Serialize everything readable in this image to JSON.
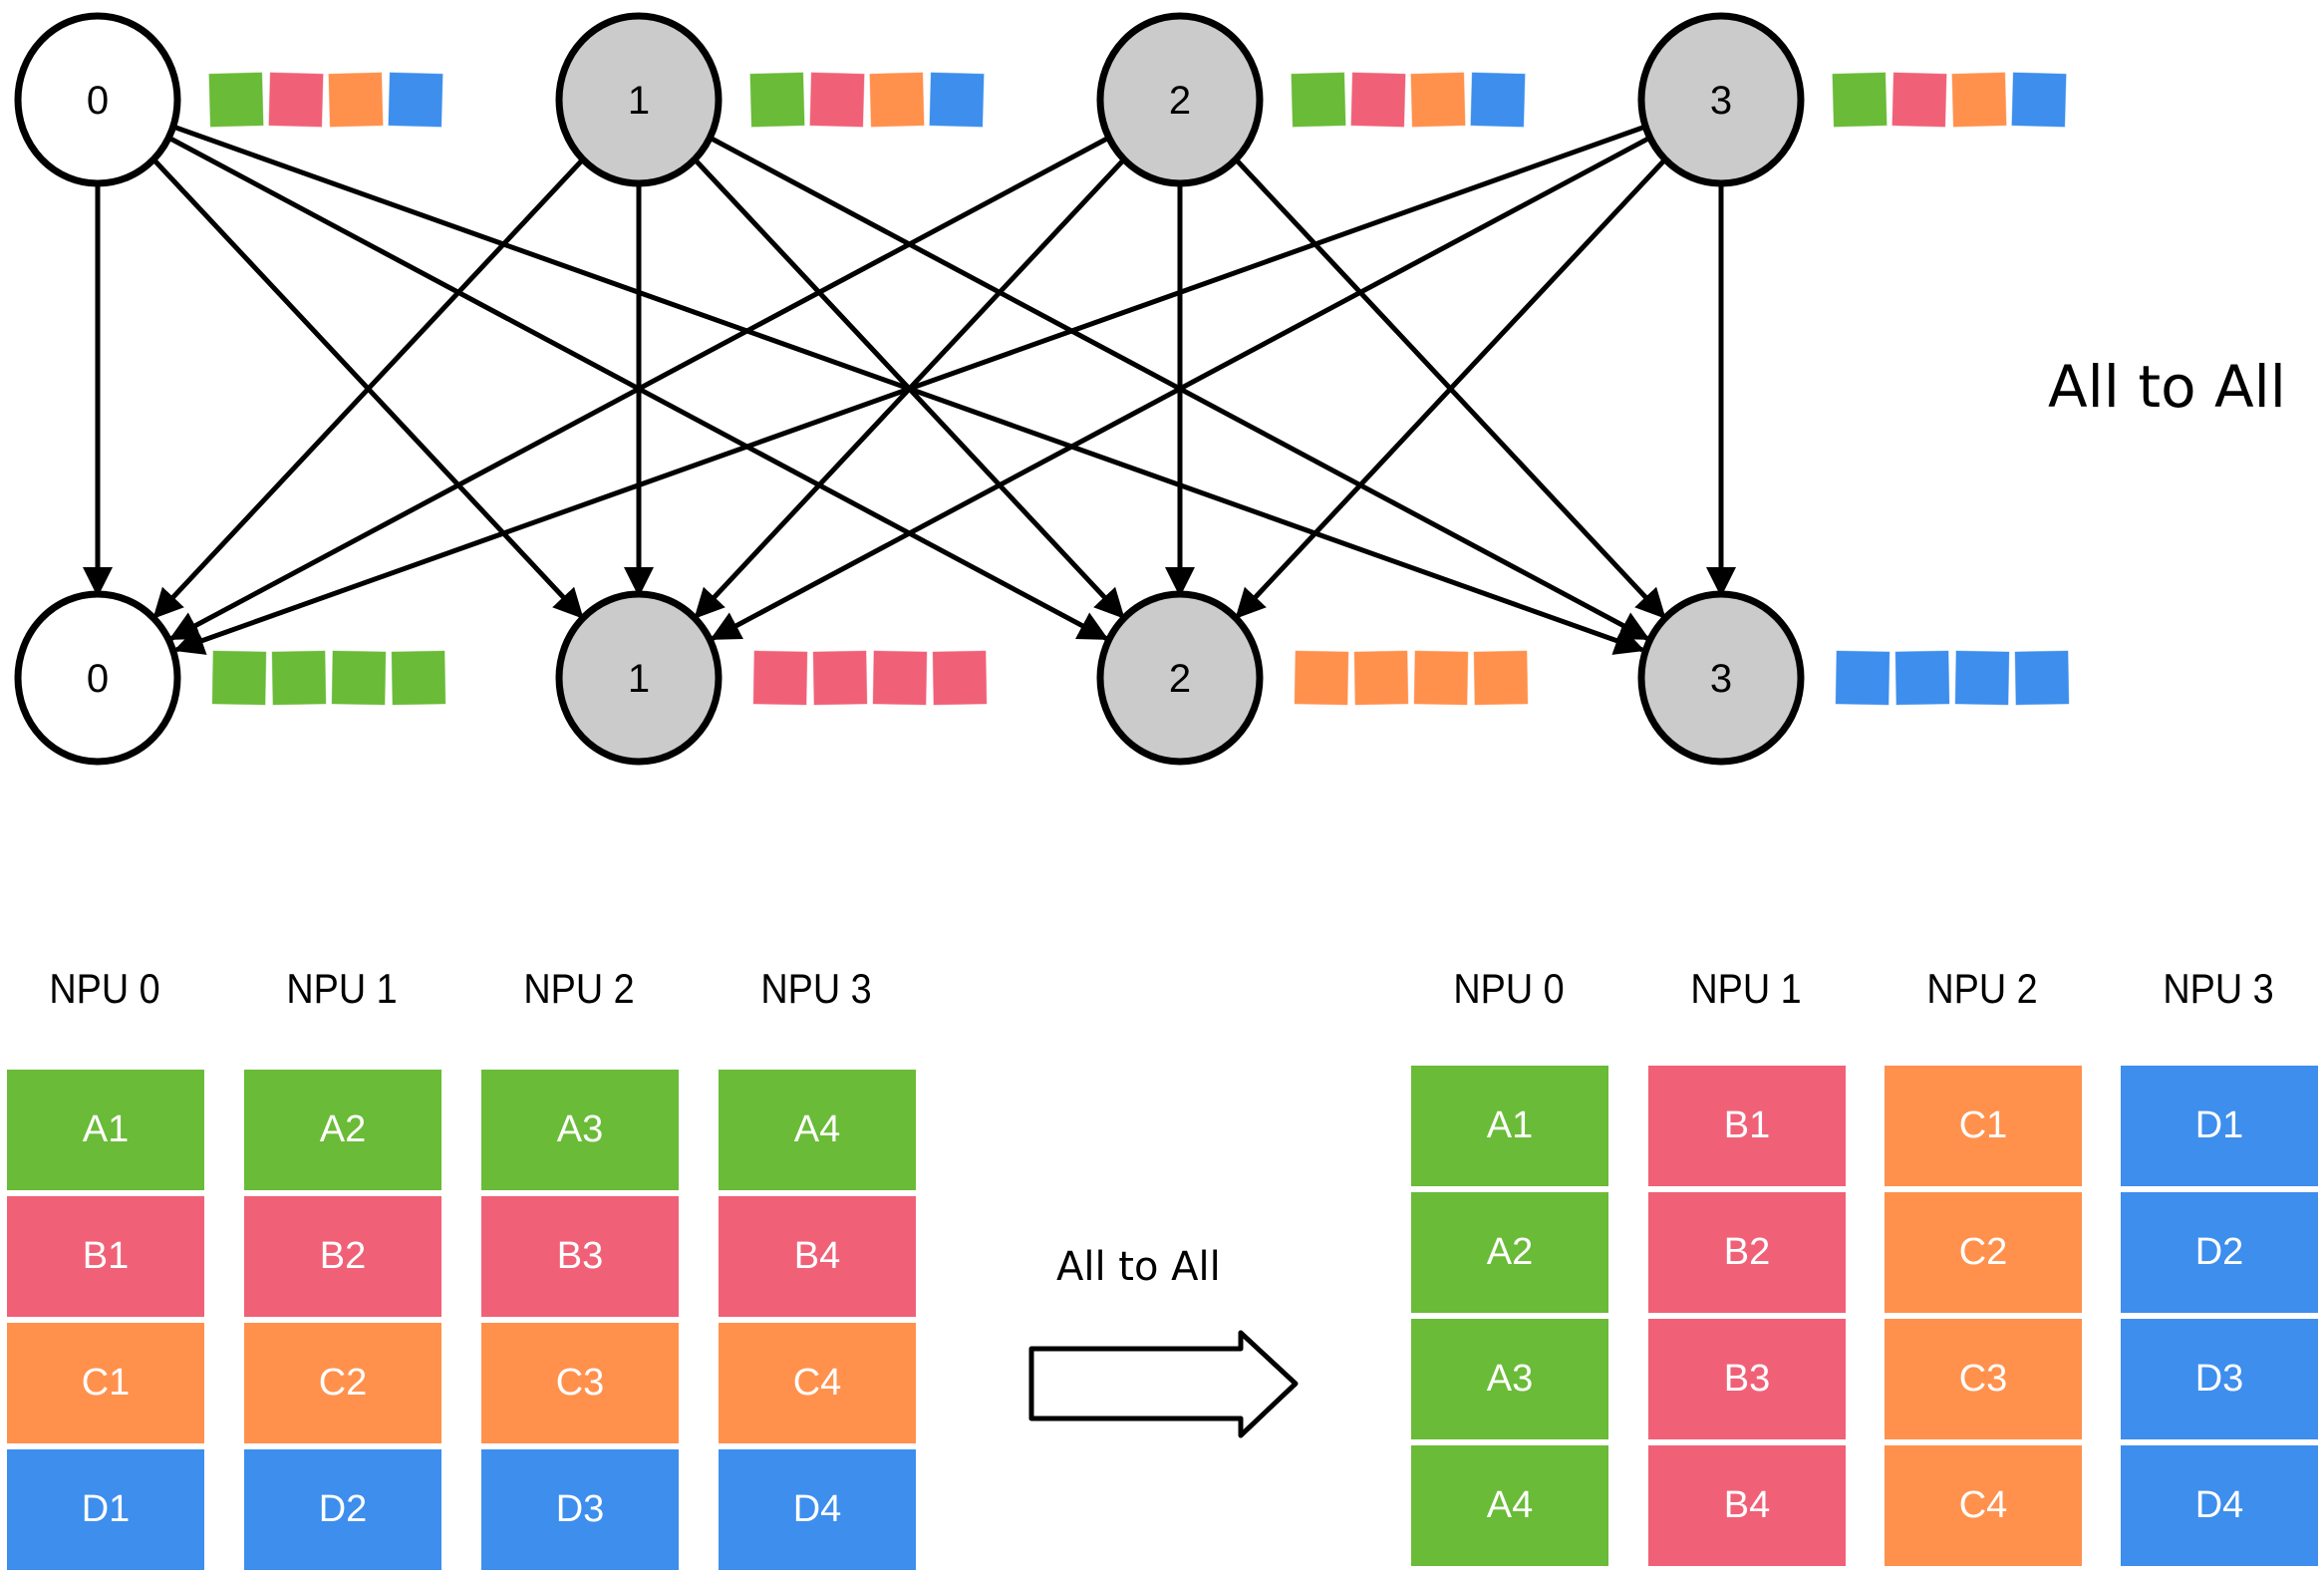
{
  "title": "All to All",
  "colors": {
    "A": "#6ABB37",
    "B": "#F06178",
    "C": "#FF914D",
    "D": "#3D8EED",
    "node_gray": "#CBCBCB",
    "node_white": "#FFFFFF"
  },
  "graph": {
    "label": "All to All",
    "top_nodes": [
      {
        "id": "0",
        "fill": "white",
        "chunks": [
          "A",
          "B",
          "C",
          "D"
        ]
      },
      {
        "id": "1",
        "fill": "gray",
        "chunks": [
          "A",
          "B",
          "C",
          "D"
        ]
      },
      {
        "id": "2",
        "fill": "gray",
        "chunks": [
          "A",
          "B",
          "C",
          "D"
        ]
      },
      {
        "id": "3",
        "fill": "gray",
        "chunks": [
          "A",
          "B",
          "C",
          "D"
        ]
      }
    ],
    "bottom_nodes": [
      {
        "id": "0",
        "fill": "white",
        "chunks": [
          "A",
          "A",
          "A",
          "A"
        ]
      },
      {
        "id": "1",
        "fill": "gray",
        "chunks": [
          "B",
          "B",
          "B",
          "B"
        ]
      },
      {
        "id": "2",
        "fill": "gray",
        "chunks": [
          "C",
          "C",
          "C",
          "C"
        ]
      },
      {
        "id": "3",
        "fill": "gray",
        "chunks": [
          "D",
          "D",
          "D",
          "D"
        ]
      }
    ],
    "edges": "every top node to every bottom node"
  },
  "before": {
    "columns": [
      {
        "label": "NPU 0",
        "blocks": [
          "A1",
          "B1",
          "C1",
          "D1"
        ]
      },
      {
        "label": "NPU 1",
        "blocks": [
          "A2",
          "B2",
          "C2",
          "D2"
        ]
      },
      {
        "label": "NPU 2",
        "blocks": [
          "A3",
          "B3",
          "C3",
          "D3"
        ]
      },
      {
        "label": "NPU 3",
        "blocks": [
          "A4",
          "B4",
          "C4",
          "D4"
        ]
      }
    ]
  },
  "transition_label": "All to All",
  "after": {
    "columns": [
      {
        "label": "NPU 0",
        "blocks": [
          "A1",
          "A2",
          "A3",
          "A4"
        ]
      },
      {
        "label": "NPU 1",
        "blocks": [
          "B1",
          "B2",
          "B3",
          "B4"
        ]
      },
      {
        "label": "NPU 2",
        "blocks": [
          "C1",
          "C2",
          "C3",
          "C4"
        ]
      },
      {
        "label": "NPU 3",
        "blocks": [
          "D1",
          "D2",
          "D3",
          "D4"
        ]
      }
    ]
  }
}
